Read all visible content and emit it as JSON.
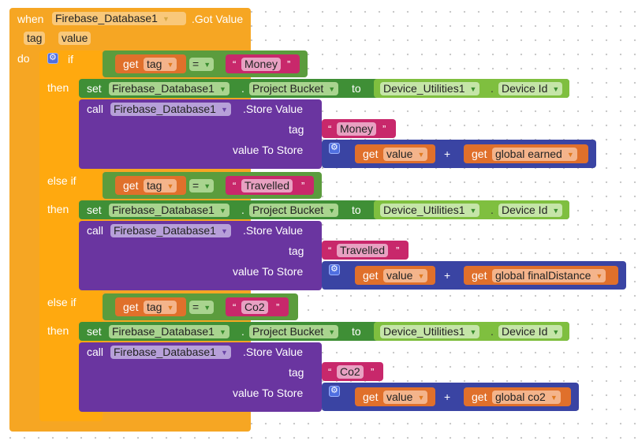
{
  "event": {
    "when_label": "when",
    "component": "Firebase_Database1",
    "event_name": ".Got Value",
    "params": [
      "tag",
      "value"
    ],
    "do_label": "do"
  },
  "logic": {
    "if_label": "if",
    "then_label": "then",
    "else_if_label": "else if"
  },
  "common": {
    "get_label": "get",
    "eq_label": "=",
    "set_label": "set",
    "to_label": "to",
    "call_label": "call",
    "dot": ".",
    "plus_label": "+",
    "project_bucket": "Project Bucket",
    "device_utils": "Device_Utilities1",
    "device_id": "Device Id",
    "store_value": ".Store Value",
    "tag_label": "tag",
    "value_to_store_label": "value To Store",
    "open_quote": "“",
    "close_quote": "”"
  },
  "branches": [
    {
      "compare_var": "tag",
      "compare_text": "Money",
      "store_tag": "Money",
      "value_var": "value",
      "global_var": "global earned"
    },
    {
      "compare_var": "tag",
      "compare_text": "Travelled",
      "store_tag": "Travelled",
      "value_var": "value",
      "global_var": "global finalDistance"
    },
    {
      "compare_var": "tag",
      "compare_text": "Co2",
      "store_tag": "Co2",
      "value_var": "value",
      "global_var": "global co2"
    }
  ],
  "colors": {
    "event": "#f6a623",
    "control": "#4b7a2a",
    "logic": "#5b9c3d",
    "variable": "#e0702b",
    "text": "#c8286b",
    "component_set": "#3f8f36",
    "component_getter": "#7fbf3f",
    "component_call": "#6a35a0",
    "math": "#3a44a3"
  }
}
